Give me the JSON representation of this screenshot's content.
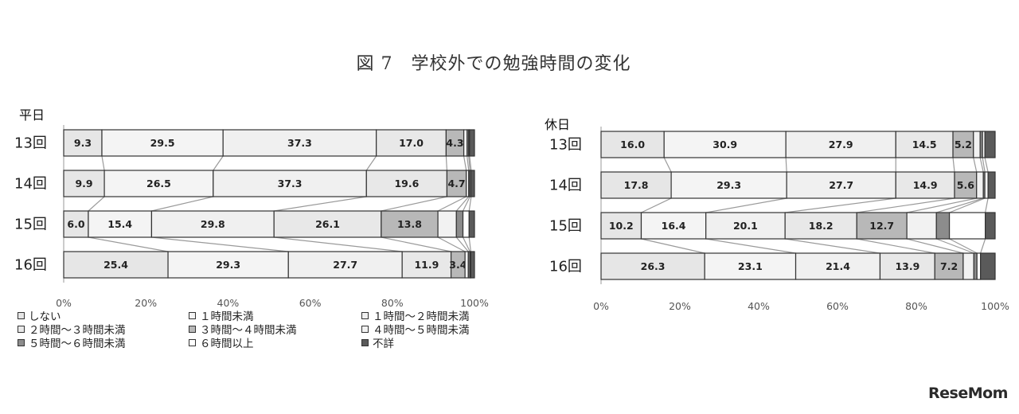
{
  "title": "図 7　学校外での勉強時間の変化",
  "watermark": "ReseMom",
  "legend": [
    {
      "label": "しない",
      "color": "#e6e6e6"
    },
    {
      "label": "１時間未満",
      "color": "#f4f4f4"
    },
    {
      "label": "１時間～２時間未満",
      "color": "#f0f0f0"
    },
    {
      "label": "２時間～３時間未満",
      "color": "#e8e8e8"
    },
    {
      "label": "３時間～４時間未満",
      "color": "#b8b8b8"
    },
    {
      "label": "４時間～５時間未満",
      "color": "#f2f2f2"
    },
    {
      "label": "５時間～６時間未満",
      "color": "#8c8c8c"
    },
    {
      "label": "６時間以上",
      "color": "#ffffff"
    },
    {
      "label": "不詳",
      "color": "#5a5a5a"
    }
  ],
  "chart_data": [
    {
      "type": "bar",
      "orientation": "horizontal-stacked-100",
      "title": "平日",
      "categories": [
        "13回",
        "14回",
        "15回",
        "16回"
      ],
      "xlim": [
        0,
        100
      ],
      "xticks": [
        "0%",
        "20%",
        "40%",
        "60%",
        "80%",
        "100%"
      ],
      "series": [
        {
          "name": "しない",
          "values": [
            9.3,
            9.9,
            6.0,
            25.4
          ],
          "labels": [
            "9.3",
            "9.9",
            "6.0",
            "25.4"
          ]
        },
        {
          "name": "１時間未満",
          "values": [
            29.5,
            26.5,
            15.4,
            29.3
          ],
          "labels": [
            "29.5",
            "26.5",
            "15.4",
            "29.3"
          ]
        },
        {
          "name": "１時間～２時間未満",
          "values": [
            37.3,
            37.3,
            29.8,
            27.7
          ],
          "labels": [
            "37.3",
            "37.3",
            "29.8",
            "27.7"
          ]
        },
        {
          "name": "２時間～３時間未満",
          "values": [
            17.0,
            19.6,
            26.1,
            11.9
          ],
          "labels": [
            "17.0",
            "19.6",
            "26.1",
            "11.9"
          ]
        },
        {
          "name": "３時間～４時間未満",
          "values": [
            4.3,
            4.7,
            13.8,
            3.4
          ],
          "labels": [
            "4.3",
            "4.7",
            "13.8",
            "3.4"
          ]
        },
        {
          "name": "４時間～５時間未満",
          "values": [
            0.8,
            0.6,
            4.5,
            0.8
          ],
          "labels": [
            "",
            "",
            "",
            ""
          ]
        },
        {
          "name": "５時間～６時間未満",
          "values": [
            0.4,
            0.3,
            1.6,
            0.4
          ],
          "labels": [
            "",
            "",
            "",
            ""
          ]
        },
        {
          "name": "６時間以上",
          "values": [
            0.2,
            0.3,
            1.5,
            0.2
          ],
          "labels": [
            "",
            "",
            "",
            ""
          ]
        },
        {
          "name": "不詳",
          "values": [
            1.2,
            0.8,
            1.3,
            0.9
          ],
          "labels": [
            "",
            "",
            "",
            ""
          ]
        }
      ]
    },
    {
      "type": "bar",
      "orientation": "horizontal-stacked-100",
      "title": "休日",
      "categories": [
        "13回",
        "14回",
        "15回",
        "16回"
      ],
      "xlim": [
        0,
        100
      ],
      "xticks": [
        "0%",
        "20%",
        "40%",
        "60%",
        "80%",
        "100%"
      ],
      "series": [
        {
          "name": "しない",
          "values": [
            16.0,
            17.8,
            10.2,
            26.3
          ],
          "labels": [
            "16.0",
            "17.8",
            "10.2",
            "26.3"
          ]
        },
        {
          "name": "１時間未満",
          "values": [
            30.9,
            29.3,
            16.4,
            23.1
          ],
          "labels": [
            "30.9",
            "29.3",
            "16.4",
            "23.1"
          ]
        },
        {
          "name": "１時間～２時間未満",
          "values": [
            27.9,
            27.7,
            20.1,
            21.4
          ],
          "labels": [
            "27.9",
            "27.7",
            "20.1",
            "21.4"
          ]
        },
        {
          "name": "２時間～３時間未満",
          "values": [
            14.5,
            14.9,
            18.2,
            13.9
          ],
          "labels": [
            "14.5",
            "14.9",
            "18.2",
            "13.9"
          ]
        },
        {
          "name": "３時間～４時間未満",
          "values": [
            5.2,
            5.6,
            12.7,
            7.2
          ],
          "labels": [
            "5.2",
            "5.6",
            "12.7",
            "7.2"
          ]
        },
        {
          "name": "４時間～５時間未満",
          "values": [
            1.7,
            1.7,
            7.5,
            2.7
          ],
          "labels": [
            "",
            "",
            "",
            ""
          ]
        },
        {
          "name": "５時間～６時間未満",
          "values": [
            0.6,
            0.4,
            3.3,
            0.8
          ],
          "labels": [
            "",
            "",
            "",
            ""
          ]
        },
        {
          "name": "６時間以上",
          "values": [
            0.6,
            0.8,
            9.1,
            0.9
          ],
          "labels": [
            "",
            "",
            "",
            ""
          ]
        },
        {
          "name": "不詳",
          "values": [
            2.6,
            1.8,
            2.5,
            3.7
          ],
          "labels": [
            "",
            "",
            "",
            ""
          ]
        }
      ]
    }
  ]
}
